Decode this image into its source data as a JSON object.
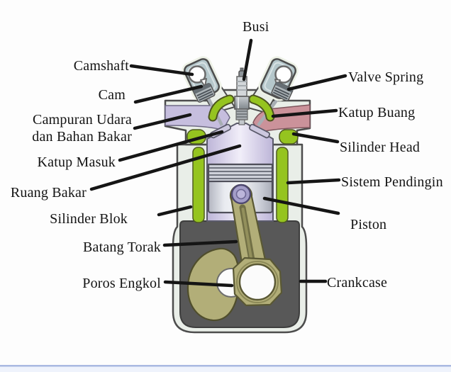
{
  "diagram": {
    "labels": [
      {
        "id": "busi",
        "text": "Busi"
      },
      {
        "id": "camshaft",
        "text": "Camshaft"
      },
      {
        "id": "cam",
        "text": "Cam"
      },
      {
        "id": "campuran-udara",
        "text": "Campuran Udara dan Bahan Bakar"
      },
      {
        "id": "katup-masuk",
        "text": "Katup Masuk"
      },
      {
        "id": "ruang-bakar",
        "text": "Ruang Bakar"
      },
      {
        "id": "silinder-blok",
        "text": "Silinder Blok"
      },
      {
        "id": "batang-torak",
        "text": "Batang Torak"
      },
      {
        "id": "poros-engkol",
        "text": "Poros Engkol"
      },
      {
        "id": "valve-spring",
        "text": "Valve Spring"
      },
      {
        "id": "katup-buang",
        "text": "Katup Buang"
      },
      {
        "id": "silinder-head",
        "text": "Silinder Head"
      },
      {
        "id": "sistem-pendingin",
        "text": "Sistem Pendingin"
      },
      {
        "id": "piston",
        "text": "Piston"
      },
      {
        "id": "crankcase",
        "text": "Crankcase"
      }
    ]
  },
  "colors": {
    "engine_body": "#e9eee8",
    "coolant_green": "#95c41f",
    "intake_lavender": "#c6bede",
    "exhaust_pink": "#cb929a",
    "valve_housing": "#b5c7cb",
    "crankcase_dark": "#585858",
    "rod_olive": "#b2ae78",
    "leader_line": "#151515",
    "bottom_bar": "#a9b9e2"
  }
}
